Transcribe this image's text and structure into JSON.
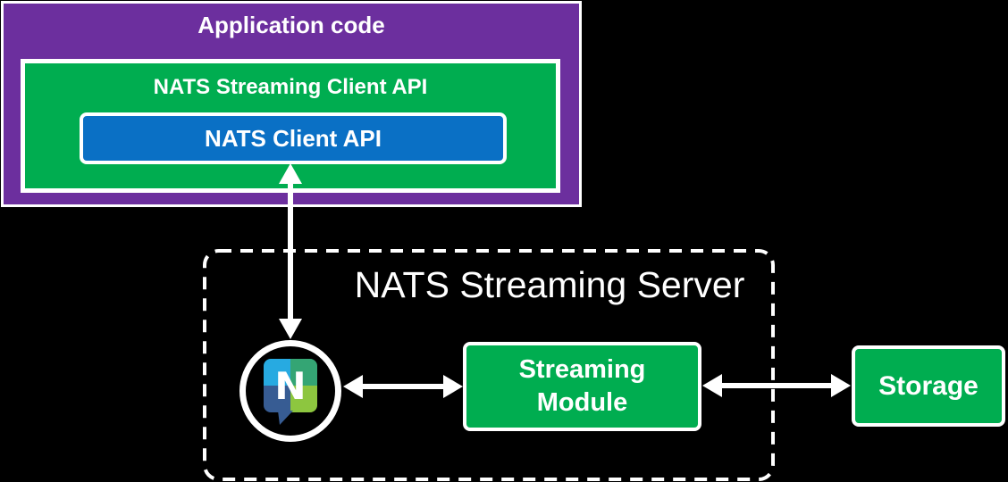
{
  "diagram": {
    "background": "#000000",
    "application": {
      "title": "Application code",
      "color": "#6C2F9E"
    },
    "streaming_client_api": {
      "label": "NATS Streaming Client API",
      "color": "#00AD50"
    },
    "nats_client_api": {
      "label": "NATS Client API",
      "color": "#0A70C5"
    },
    "server": {
      "title": "NATS Streaming Server",
      "border_style": "dashed-white"
    },
    "streaming_module": {
      "label": "Streaming Module",
      "color": "#00AD50"
    },
    "storage": {
      "label": "Storage",
      "color": "#00AD50"
    },
    "logo": {
      "letter": "N",
      "colors": {
        "top_left": "#27AAE1",
        "top_right": "#34A574",
        "bottom_left": "#375C93",
        "bottom_right": "#8DC63F"
      }
    },
    "connections": [
      "NATS Client API <-> NATS logo (vertical double arrow)",
      "NATS logo <-> Streaming Module (horizontal double arrow)",
      "Streaming Module <-> Storage (horizontal double arrow)"
    ]
  }
}
